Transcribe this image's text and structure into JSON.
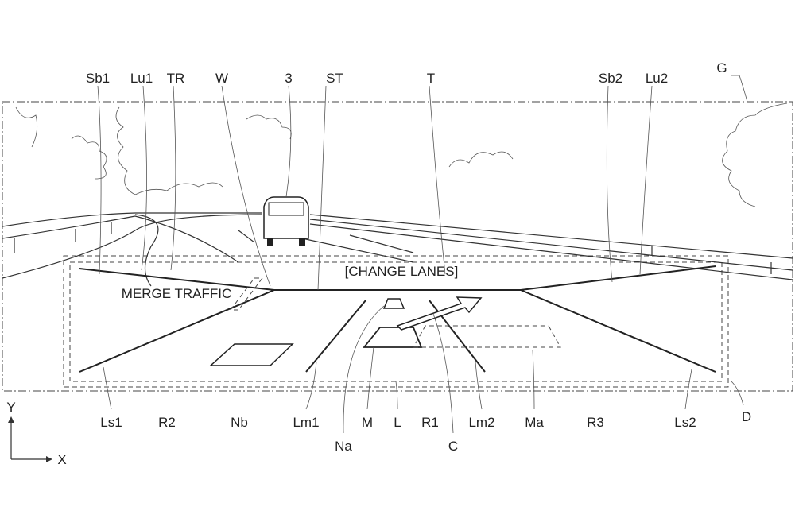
{
  "figure": {
    "top_labels": [
      "Sb1",
      "Lu1",
      "TR",
      "W",
      "3",
      "ST",
      "T",
      "Sb2",
      "Lu2",
      "G"
    ],
    "bottom_labels": [
      "Ls1",
      "R2",
      "Nb",
      "Lm1",
      "M",
      "L",
      "R1",
      "Lm2",
      "Ma",
      "R3",
      "Ls2",
      "D"
    ],
    "lower_labels": [
      "Na",
      "C"
    ],
    "display_texts": {
      "change_lanes": "[CHANGE LANES]",
      "merge_traffic": "MERGE TRAFFIC"
    },
    "axes": {
      "y": "Y",
      "x": "X"
    }
  }
}
